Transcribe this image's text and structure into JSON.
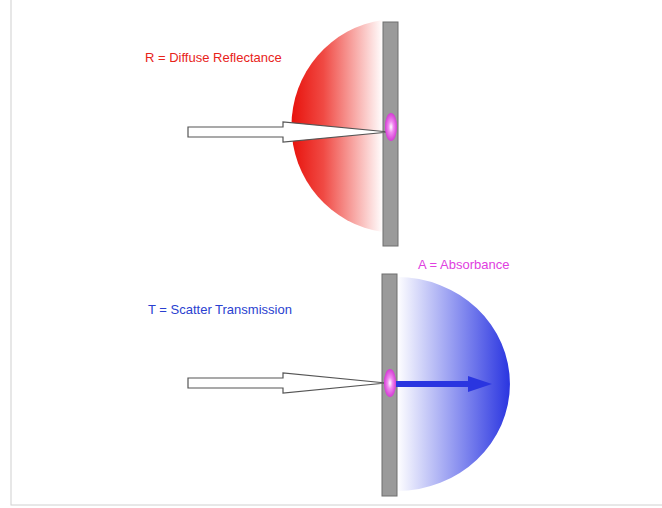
{
  "diagram": {
    "labels": [
      "R = Diffuse Reflectance",
      "A = Absorbance",
      "T = Scatter Transmission"
    ]
  }
}
